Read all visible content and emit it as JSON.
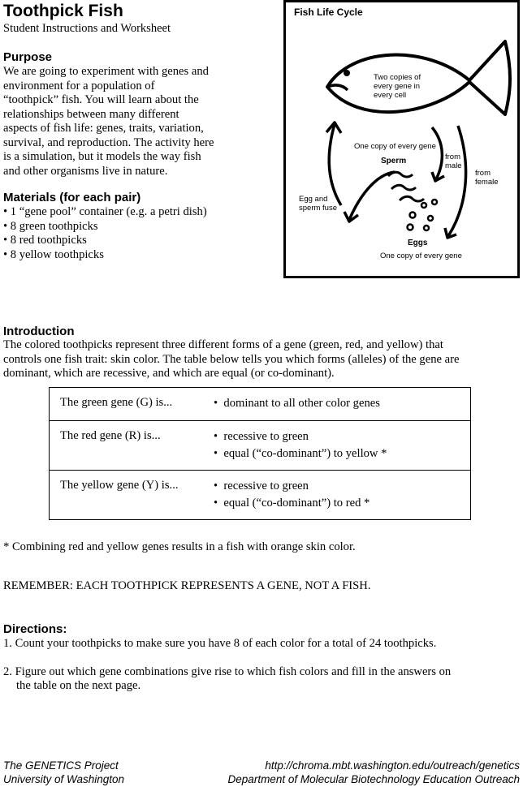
{
  "header": {
    "title": "Toothpick Fish",
    "subtitle": "Student Instructions and Worksheet"
  },
  "purpose": {
    "heading": "Purpose",
    "lines": [
      "We are going to experiment with genes and",
      "environment for a population of",
      "“toothpick” fish. You will learn about the",
      "relationships between many different",
      "aspects of fish life: genes, traits, variation,",
      "survival, and reproduction. The activity here",
      "is a simulation, but it models the way fish",
      "and other organisms live in nature."
    ]
  },
  "materials": {
    "heading": "Materials (for each pair)",
    "items": [
      "1 “gene pool” container (e.g. a petri dish)",
      "8 green toothpicks",
      "8 red toothpicks",
      "8 yellow toothpicks"
    ]
  },
  "lifecycle": {
    "title": "Fish Life Cycle",
    "two_copies": [
      "Two copies of",
      "every gene in",
      "every cell"
    ],
    "one_copy_top": "One copy of every gene",
    "sperm": "Sperm",
    "from_male": [
      "from",
      "male"
    ],
    "from_female": [
      "from",
      "female"
    ],
    "egg_sperm": [
      "Egg and",
      "sperm fuse"
    ],
    "eggs": "Eggs",
    "one_copy_bottom": "One copy of every gene"
  },
  "introduction": {
    "heading": "Introduction",
    "lines": [
      "The colored toothpicks represent three different forms of a gene (green, red, and yellow) that",
      "controls one fish trait: skin color. The table below tells you which forms (alleles) of the gene are",
      "dominant, which are recessive, and which are equal (or co-dominant)."
    ]
  },
  "gene_table": [
    {
      "label": "The green gene (G) is...",
      "values": [
        "dominant to all other color genes"
      ]
    },
    {
      "label": "The red gene (R) is...",
      "values": [
        "recessive to green",
        "equal (“co-dominant”) to yellow *"
      ]
    },
    {
      "label": "The yellow gene (Y) is...",
      "values": [
        "recessive to green",
        "equal (“co-dominant”) to red *"
      ]
    }
  ],
  "note": "* Combining red and yellow genes results in a fish with orange skin color.",
  "remember": "REMEMBER: EACH TOOTHPICK REPRESENTS A GENE, NOT A FISH.",
  "directions": {
    "heading": "Directions:",
    "step1": "1. Count your toothpicks to make sure you have 8 of each color for a total of 24 toothpicks.",
    "step2a": "2. Figure out which gene combinations give rise to which fish colors and fill in the answers on",
    "step2b": "the table on the next page."
  },
  "footer": {
    "left1": "The GENETICS Project",
    "left2": "University of Washington",
    "right1": "http://chroma.mbt.washington.edu/outreach/genetics",
    "right2": "Department of Molecular Biotechnology Education Outreach"
  }
}
